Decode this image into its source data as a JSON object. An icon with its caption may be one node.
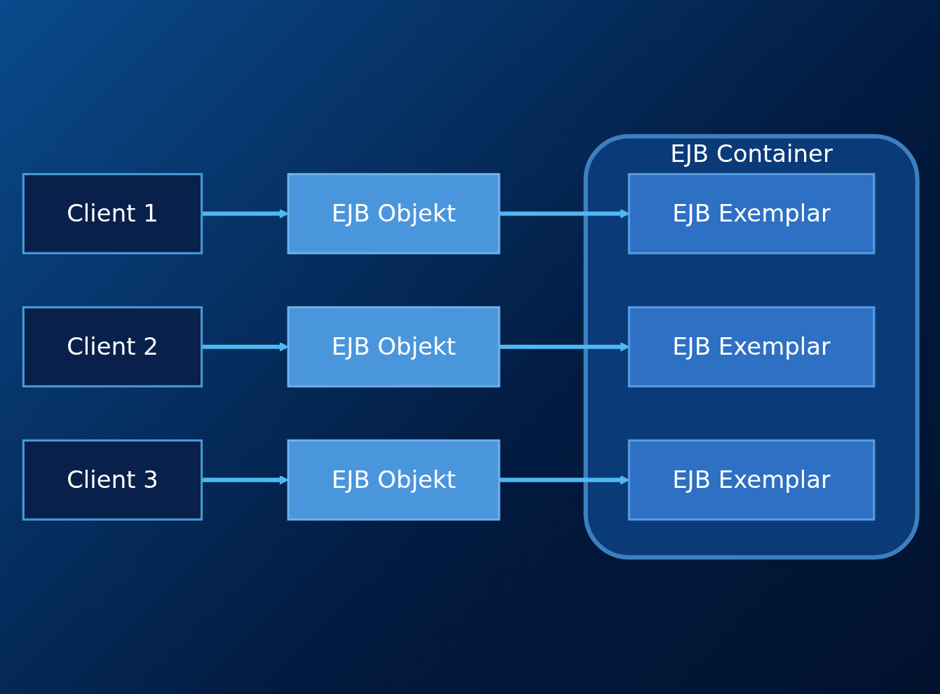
{
  "diagram": {
    "nodes": [
      {
        "text": [
          "EJB Container"
        ]
      },
      {
        "text": [
          "Client 1"
        ]
      },
      {
        "text": [
          "EJB Objekt"
        ]
      },
      {
        "text": [
          "EJB Exemplar"
        ],
        "in": 0
      },
      {
        "text": [
          "Client 2"
        ]
      },
      {
        "text": [
          "EJB Objekt"
        ]
      },
      {
        "text": [
          "EJB Exemplar"
        ],
        "in": 0
      },
      {
        "text": [
          "Client 3"
        ]
      },
      {
        "text": [
          "EJB Objekt"
        ]
      },
      {
        "text": [
          "EJB Exemplar"
        ],
        "in": 0
      }
    ],
    "edges": [
      {
        "from": 1,
        "to": 2,
        "arrow": "to"
      },
      {
        "from": 2,
        "to": 3,
        "arrow": "to"
      },
      {
        "from": 4,
        "to": 5,
        "arrow": "to"
      },
      {
        "from": 5,
        "to": 6,
        "arrow": "to"
      },
      {
        "from": 7,
        "to": 8,
        "arrow": "to"
      },
      {
        "from": 8,
        "to": 9,
        "arrow": "to"
      }
    ]
  }
}
